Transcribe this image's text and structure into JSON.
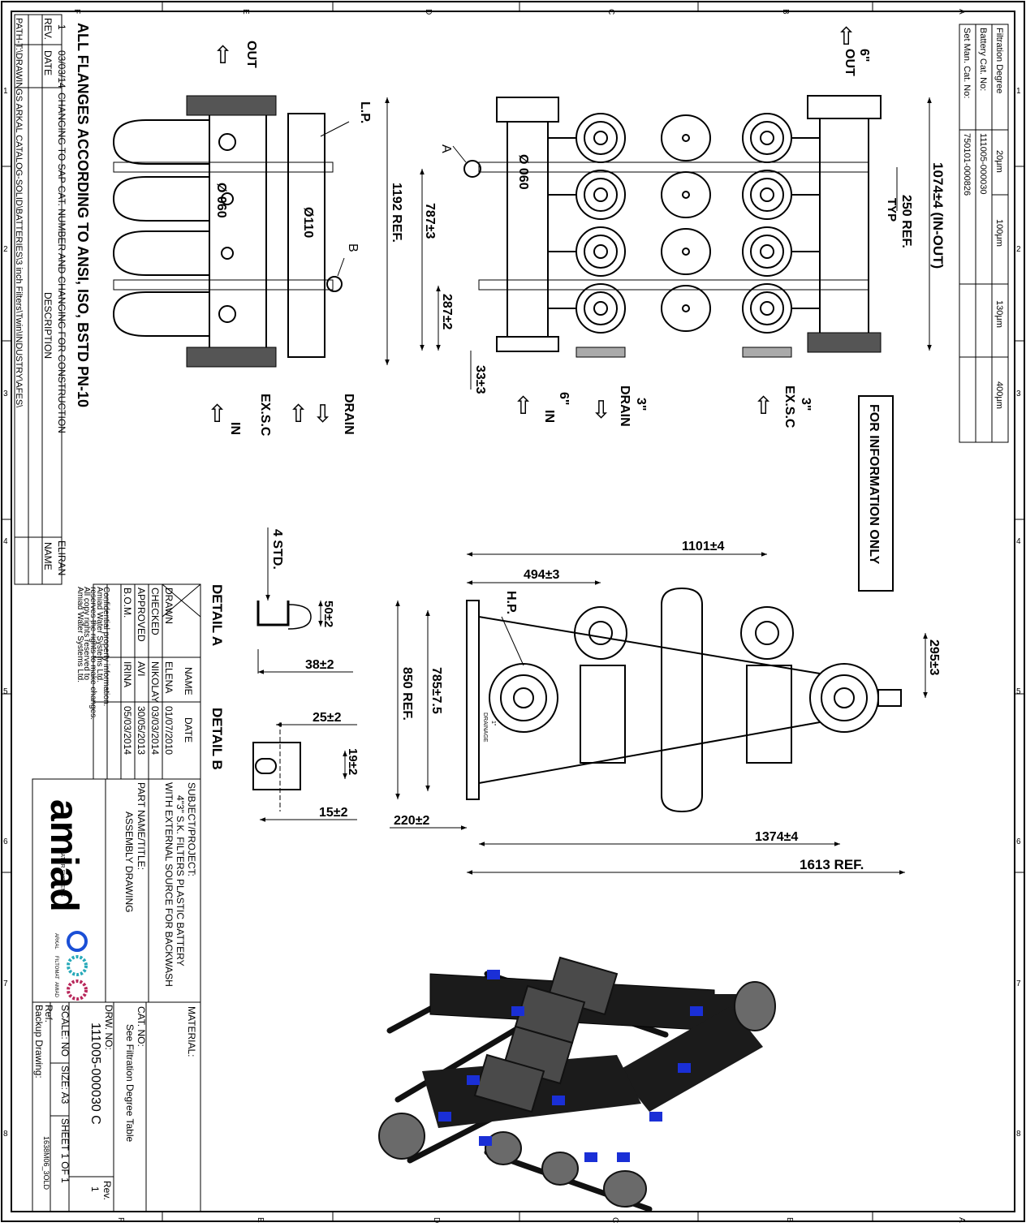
{
  "zones": {
    "letters": [
      "A",
      "B",
      "C",
      "D",
      "E",
      "F"
    ],
    "numbers": [
      "1",
      "2",
      "3",
      "4",
      "5",
      "6",
      "7",
      "8"
    ]
  },
  "filtration_table": {
    "rows": [
      {
        "label": "Filtration Degree",
        "values": [
          "20μm",
          "100μm",
          "130μm",
          "400μm"
        ]
      },
      {
        "label": "Battery Cat. No:",
        "values": [
          "111005-000030",
          "",
          "",
          ""
        ]
      },
      {
        "label": "Set Man. Cat. No:",
        "values": [
          "750101-000826",
          "",
          "",
          ""
        ]
      }
    ]
  },
  "top_view": {
    "out_size": "6\"",
    "out_label": "OUT",
    "in_size": "6\"",
    "in_label": "IN",
    "drain_size": "3\"",
    "drain_label": "DRAIN",
    "exsc_size": "3\"",
    "exsc_label": "EX.S.C",
    "dim_in_out": "1074±4 (IN-OUT)",
    "dim_ref_250": "250 REF.",
    "dim_typ": "TYP",
    "dim_787": "787±3",
    "dim_287": "287±2",
    "dim_33": "33±3",
    "diameter_label": "Ø 060",
    "detail_a_callout": "A"
  },
  "info_note": "FOR INFORMATION ONLY",
  "front_view": {
    "out_label": "OUT",
    "in_label": "IN",
    "drain_label": "DRAIN",
    "exsc_label": "EX.S.C",
    "lp_label": "L.P.",
    "diam_060": "Ø 060",
    "diam_110": "Ø110",
    "detail_b_callout": "B",
    "dim_1192": "1192 REF."
  },
  "side_view": {
    "dim_1101": "1101±4",
    "dim_494": "494±3",
    "dim_295": "295±3",
    "dim_850": "850 REF.",
    "dim_785": "785±7.5",
    "dim_220": "220±2",
    "dim_1374": "1374±4",
    "dim_1613": "1613 REF.",
    "hp_label": "H.P.",
    "drainage_label": "DRAINAGE",
    "drainage_size": "1\""
  },
  "detail_a": {
    "title": "DETAIL A",
    "dim_4std": "4 STD.",
    "dim_50": "50±2",
    "dim_38": "38±2"
  },
  "detail_b": {
    "title": "DETAIL B",
    "dim_25": "25±2",
    "dim_19": "19±2",
    "dim_15": "15±2"
  },
  "flanges_note": "ALL FLANGES ACCORDING TO ANSI, ISO, BSTD PN-10",
  "revision": {
    "rev": "1",
    "date": "03/03/14",
    "description": "CHANGING TO SAP CAT. NUMBER AND CHANGING FOR CONSTRUCTION",
    "name": "ELIRAN",
    "header_rev": "REV.",
    "header_date": "DATE",
    "header_description": "DESCRIPTION",
    "header_name": "NAME"
  },
  "path": "PATH-T:\\DRAWINGS ARKAL CATALOG-SOLID\\BATTERIES\\3 inch Filters\\Twin\\INDUSTRY\\AFES\\",
  "approvals": {
    "header_name": "NAME",
    "header_date": "DATE",
    "rows": [
      {
        "role": "DRAWN",
        "name": "ELENA",
        "date": "01/07/2010"
      },
      {
        "role": "CHECKED",
        "name": "NIKOLAY",
        "date": "03/03/2014"
      },
      {
        "role": "APPROVED",
        "name": "AVI",
        "date": "30/05/2013"
      },
      {
        "role": "B.O.M.",
        "name": "IRINA",
        "date": "05/03/2014"
      }
    ]
  },
  "confidential": [
    "Confidential property information.",
    "Amiad Water Systems Ltd.",
    "reserves the rights to make changes.",
    "All copy rights reserved to",
    "Amiad Water Systems Ltd."
  ],
  "subject": {
    "label": "SUBJECT/PROJECT:",
    "line1": "4\"3\" S.K. FILTERS PLASTIC BATTERY",
    "line2": "WITH EXTERNAL SOURCE FOR BACKWASH",
    "part_label": "PART NAME/TITLE:",
    "part": "ASSEMBLY DRAWING"
  },
  "logo": {
    "brand": "amiad",
    "sub": "WATER SYSTEMS",
    "marks": [
      "ARKAL",
      "FILTOMAT",
      "AMIAD"
    ],
    "color": "#d8202a"
  },
  "title_block": {
    "material_label": "MATERIAL:",
    "cat_label": "CAT. NO:",
    "cat_value": "See Filtration Degree Table",
    "drw_label": "DRW. NO:",
    "drw_value": "111005-000030 C",
    "rev_label": "Rev.",
    "rev_value": "1",
    "scale": "SCALE: NO",
    "size": "SIZE: A3",
    "sheet": "SHEET 1 OF 1",
    "ref_label": "Ref.",
    "ref_value": "1638M06_3OLD",
    "backup": "Backup Drawing:"
  },
  "colors": {
    "accent_blue": "#1a2fd6",
    "body_black": "#1b1b1b"
  }
}
